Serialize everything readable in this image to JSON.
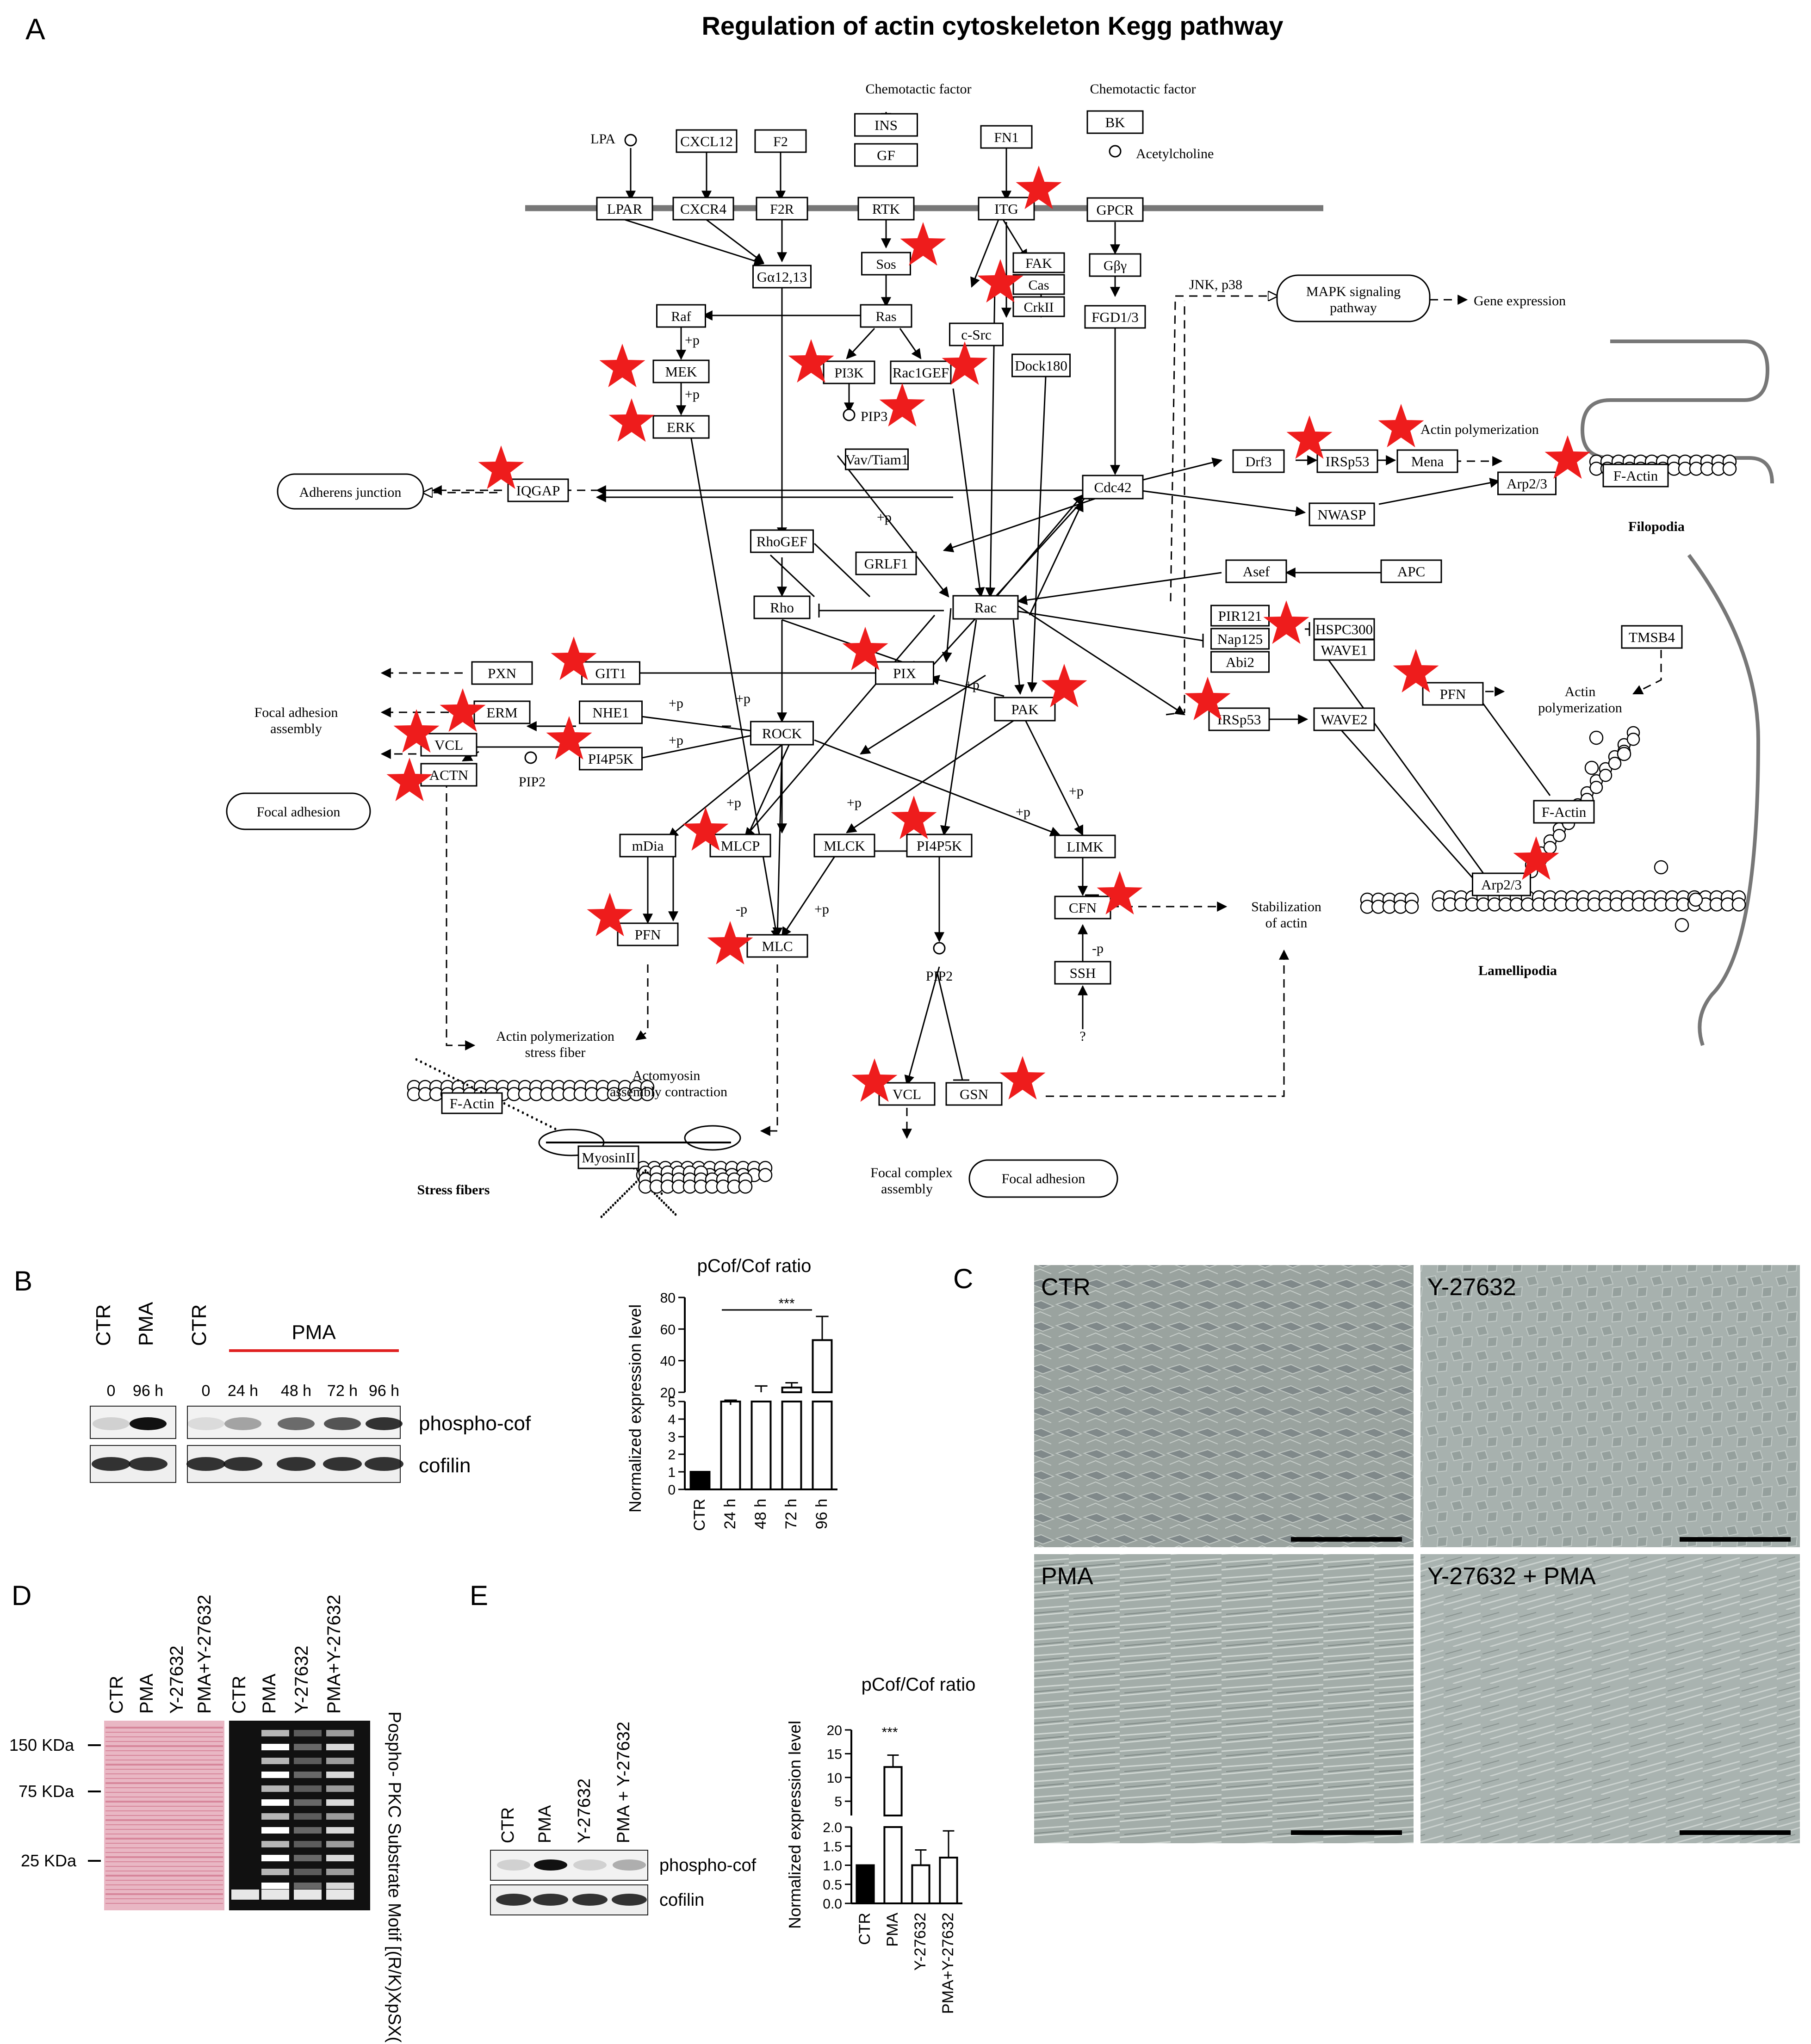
{
  "figure": {
    "title": "Regulation of actin cytoskeleton Kegg pathway",
    "panel_letters": {
      "A": "A",
      "B": "B",
      "C": "C",
      "D": "D",
      "E": "E"
    }
  },
  "pathway": {
    "labels": {
      "chemo1": "Chemotactic factor",
      "chemo2": "Chemotactic factor",
      "lpa": "LPA",
      "ach": "Acetylcholine",
      "jnk": "JNK, p38",
      "gene": "Gene expression",
      "actinpoly1": "Actin polymerization",
      "filopodia": "Filopodia",
      "focal_assembly": "Focal adhesion assembly",
      "pip2a": "PIP2",
      "pip2b": "PIP2",
      "pip3": "PIP3",
      "actin_poly2": "Actin polymerization",
      "lamellipodia": "Lamellipodia",
      "stabil": "Stabilization of actin",
      "polystress": "Actin polymerization stress fiber",
      "actomyosin": "Actomyosin assembly contraction",
      "stress": "Stress fibers",
      "focal_complex": "Focal complex assembly",
      "q": "?",
      "p1": "+p",
      "p2": "+p",
      "p3": "+p",
      "p4": "+p",
      "p5": "+p",
      "p6": "+p",
      "p7": "+p",
      "p8": "+p",
      "p9": "+p",
      "p10": "+p",
      "p11": "+p",
      "p12": "+p",
      "m1": "-p",
      "m2": "-p"
    },
    "nodes": {
      "cxcl12": "CXCL12",
      "f2": "F2",
      "ins": "INS",
      "gf": "GF",
      "fn1": "FN1",
      "bk": "BK",
      "lpar": "LPAR",
      "cxcr4": "CXCR4",
      "f2r": "F2R",
      "rtk": "RTK",
      "itg": "ITG",
      "gpcr": "GPCR",
      "sos": "Sos",
      "fak": "FAK",
      "cas": "Cas",
      "crkii": "CrkII",
      "ga": "Gα12,13",
      "gby": "Gβγ",
      "raf": "Raf",
      "ras": "Ras",
      "csrc": "c-Src",
      "fgd": "FGD1/3",
      "mek": "MEK",
      "pi3k": "PI3K",
      "rac1gef": "Rac1GEF",
      "dock": "Dock180",
      "erk": "ERK",
      "vav": "Vav/Tiam1",
      "iqgap": "IQGAP",
      "cdc42": "Cdc42",
      "drf3": "Drf3",
      "irsp53a": "IRSp53",
      "mena": "Mena",
      "arp23a": "Arp2/3",
      "factina": "F-Actin",
      "nwasp": "NWASP",
      "rhogef": "RhoGEF",
      "grlf1": "GRLF1",
      "asef": "Asef",
      "apc": "APC",
      "rho": "Rho",
      "rac": "Rac",
      "pir121": "PIR121",
      "nap125": "Nap125",
      "abi2": "Abi2",
      "hspc": "HSPC300",
      "wave1": "WAVE1",
      "tmsb4": "TMSB4",
      "pxn": "PXN",
      "git1": "GIT1",
      "pix": "PIX",
      "pfna": "PFN",
      "erm": "ERM",
      "nhe1": "NHE1",
      "pak": "PAK",
      "irsp53b": "IRSp53",
      "wave2": "WAVE2",
      "rock": "ROCK",
      "vcla": "VCL",
      "pi4p5ka": "PI4P5K",
      "actn": "ACTN",
      "factinb": "F-Actin",
      "mdia": "mDia",
      "mlcp": "MLCP",
      "mlck": "MLCK",
      "pi4p5kb": "PI4P5K",
      "limk": "LIMK",
      "arp23b": "Arp2/3",
      "pfnb": "PFN",
      "mlc": "MLC",
      "cfn": "CFN",
      "ssh": "SSH",
      "factinc": "F-Actin",
      "myosin": "MyosinII",
      "vclb": "VCL",
      "gsn": "GSN"
    },
    "rounded": {
      "mapk": "MAPK signaling pathway",
      "adherens": "Adherens junction",
      "focal1": "Focal adhesion",
      "focal2": "Focal adhesion"
    }
  },
  "panelB": {
    "top_labels": {
      "ctr1": "CTR",
      "pma1": "PMA",
      "ctr2": "CTR",
      "pma_bar": "PMA"
    },
    "times": [
      "0",
      "96 h",
      "0",
      "24 h",
      "48 h",
      "72 h",
      "96 h"
    ],
    "rows": {
      "phospho": "phospho-cof",
      "cofilin": "cofilin"
    },
    "colors": {
      "red_bar": "#e02020"
    }
  },
  "panelC": {
    "labels": {
      "tl": "CTR",
      "tr": "Y-27632",
      "bl": "PMA",
      "br": "Y-27632 + PMA"
    }
  },
  "panelD": {
    "lanes": [
      "CTR",
      "PMA",
      "Y-27632",
      "PMA+Y-27632",
      "CTR",
      "PMA",
      "Y-27632",
      "PMA+Y-27632"
    ],
    "markers": [
      "150 KDa",
      "75 KDa",
      "25 KDa"
    ],
    "ylabel": "Pospho- PKC Substrate Motif [(R/K)XpSX(R/K)]",
    "colors": {
      "ponceau": "#e9b7c4"
    }
  },
  "panelE": {
    "lanes": [
      "CTR",
      "PMA",
      "Y-27632",
      "PMA + Y-27632"
    ],
    "rows": {
      "phospho": "phospho-cof",
      "cofilin": "cofilin"
    }
  },
  "stars": [
    [
      2245,
      410
    ],
    [
      1995,
      532
    ],
    [
      2162,
      612
    ],
    [
      1753,
      785
    ],
    [
      2085,
      790
    ],
    [
      1950,
      880
    ],
    [
      1345,
      795
    ],
    [
      1365,
      913
    ],
    [
      1083,
      1015
    ],
    [
      1240,
      1428
    ],
    [
      1000,
      1540
    ],
    [
      900,
      1585
    ],
    [
      1230,
      1600
    ],
    [
      885,
      1690
    ],
    [
      1870,
      1407
    ],
    [
      2300,
      1487
    ],
    [
      2610,
      1515
    ],
    [
      2830,
      950
    ],
    [
      3028,
      925
    ],
    [
      3388,
      993
    ],
    [
      2780,
      1350
    ],
    [
      3060,
      1455
    ],
    [
      3320,
      1860
    ],
    [
      1525,
      1797
    ],
    [
      1975,
      1772
    ],
    [
      1318,
      1982
    ],
    [
      1578,
      2043
    ],
    [
      2420,
      1935
    ],
    [
      1890,
      2340
    ],
    [
      2210,
      2335
    ]
  ],
  "chart_data": [
    {
      "type": "bar",
      "title": "pCof/Cof ratio",
      "ylabel": "Normalized expression level",
      "categories": [
        "CTR",
        "24 h",
        "48 h",
        "72 h",
        "96 h"
      ],
      "values": [
        1,
        12,
        20,
        23,
        53
      ],
      "errors": [
        0,
        3,
        4,
        3,
        15
      ],
      "axis_break": true,
      "ylim_lower": [
        0,
        5
      ],
      "ylim_upper": [
        20,
        80
      ],
      "yticks_lower": [
        "0",
        "1",
        "2",
        "3",
        "4",
        "5"
      ],
      "yticks_upper": [
        "20",
        "40",
        "60",
        "80"
      ],
      "significance": "***",
      "bar_colors": [
        "#000000",
        "#ffffff",
        "#ffffff",
        "#ffffff",
        "#ffffff"
      ]
    },
    {
      "type": "bar",
      "title": "pCof/Cof ratio",
      "ylabel": "Normalized expression level",
      "categories": [
        "CTR",
        "PMA",
        "Y-27632",
        "PMA+Y-27632"
      ],
      "values": [
        1.0,
        12.2,
        1.0,
        1.2
      ],
      "errors": [
        0,
        2.5,
        0.4,
        0.7
      ],
      "axis_break": true,
      "ylim_lower": [
        0,
        2.0
      ],
      "ylim_upper": [
        2,
        20
      ],
      "yticks_lower": [
        "0.0",
        "0.5",
        "1.0",
        "1.5",
        "2.0"
      ],
      "yticks_upper": [
        "5",
        "10",
        "15",
        "20"
      ],
      "significance": "***",
      "bar_colors": [
        "#000000",
        "#ffffff",
        "#ffffff",
        "#ffffff"
      ]
    }
  ]
}
